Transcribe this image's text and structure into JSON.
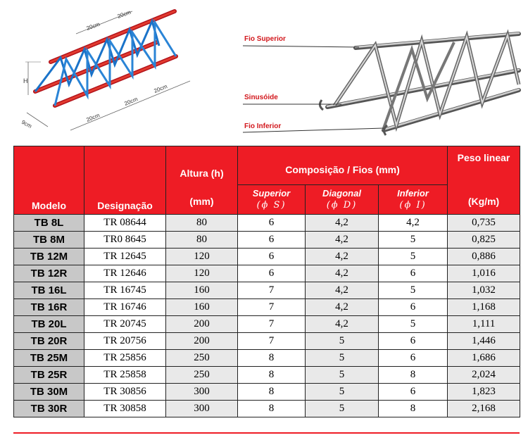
{
  "diagram_left": {
    "dims": {
      "top1": "20cm",
      "top2": "20cm",
      "bottom1": "20cm",
      "bottom2": "20cm",
      "bottom3": "20cm",
      "height": "H",
      "width": "9cm"
    }
  },
  "diagram_right": {
    "labels": {
      "top": "Fio Superior",
      "middle": "Sinusóide",
      "bottom": "Fio Inferior"
    }
  },
  "table": {
    "headers": {
      "modelo": "Modelo",
      "designacao": "Designação",
      "altura_label": "Altura (h)",
      "altura_unit": "(mm)",
      "composicao": "Composição / Fios (mm)",
      "superior": "Superior",
      "superior_sym": "(ϕ S)",
      "diagonal": "Diagonal",
      "diagonal_sym": "(ϕ D)",
      "inferior": "Inferior",
      "inferior_sym": "(ϕ I)",
      "peso_label": "Peso linear",
      "peso_unit": "(Kg/m)"
    },
    "rows": [
      {
        "modelo": "TB 8L",
        "designacao": "TR 08644",
        "altura": "80",
        "superior": "6",
        "diagonal": "4,2",
        "inferior": "4,2",
        "peso": "0,735"
      },
      {
        "modelo": "TB 8M",
        "designacao": "TR0 8645",
        "altura": "80",
        "superior": "6",
        "diagonal": "4,2",
        "inferior": "5",
        "peso": "0,825"
      },
      {
        "modelo": "TB 12M",
        "designacao": "TR 12645",
        "altura": "120",
        "superior": "6",
        "diagonal": "4,2",
        "inferior": "5",
        "peso": "0,886"
      },
      {
        "modelo": "TB 12R",
        "designacao": "TR 12646",
        "altura": "120",
        "superior": "6",
        "diagonal": "4,2",
        "inferior": "6",
        "peso": "1,016"
      },
      {
        "modelo": "TB 16L",
        "designacao": "TR 16745",
        "altura": "160",
        "superior": "7",
        "diagonal": "4,2",
        "inferior": "5",
        "peso": "1,032"
      },
      {
        "modelo": "TB 16R",
        "designacao": "TR 16746",
        "altura": "160",
        "superior": "7",
        "diagonal": "4,2",
        "inferior": "6",
        "peso": "1,168"
      },
      {
        "modelo": "TB 20L",
        "designacao": "TR 20745",
        "altura": "200",
        "superior": "7",
        "diagonal": "4,2",
        "inferior": "5",
        "peso": "1,111"
      },
      {
        "modelo": "TB 20R",
        "designacao": "TR 20756",
        "altura": "200",
        "superior": "7",
        "diagonal": "5",
        "inferior": "6",
        "peso": "1,446"
      },
      {
        "modelo": "TB 25M",
        "designacao": "TR 25856",
        "altura": "250",
        "superior": "8",
        "diagonal": "5",
        "inferior": "6",
        "peso": "1,686"
      },
      {
        "modelo": "TB 25R",
        "designacao": "TR 25858",
        "altura": "250",
        "superior": "8",
        "diagonal": "5",
        "inferior": "8",
        "peso": "2,024"
      },
      {
        "modelo": "TB 30M",
        "designacao": "TR 30856",
        "altura": "300",
        "superior": "8",
        "diagonal": "5",
        "inferior": "6",
        "peso": "1,823"
      },
      {
        "modelo": "TB 30R",
        "designacao": "TR 30858",
        "altura": "300",
        "superior": "8",
        "diagonal": "5",
        "inferior": "8",
        "peso": "2,168"
      }
    ]
  },
  "colors": {
    "header_red": "#ee1c25",
    "model_gray": "#c8c8c8",
    "truss_red": "#d2161b",
    "truss_blue": "#1a73c9"
  }
}
